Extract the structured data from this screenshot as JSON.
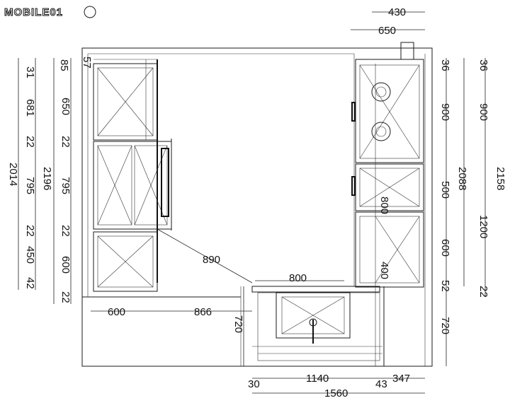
{
  "logo": {
    "text": "MOBILE01"
  },
  "dimensions": {
    "top": [
      "430",
      "650"
    ],
    "left_outer": [
      "31",
      "681",
      "22",
      "2014",
      "795",
      "22",
      "450",
      "42"
    ],
    "left_inner": [
      "85",
      "650",
      "22",
      "2196",
      "795",
      "22",
      "600",
      "22"
    ],
    "right_inner": [
      "36",
      "900",
      "2088",
      "500",
      "600",
      "52",
      "720"
    ],
    "right_outer": [
      "36",
      "900",
      "2158",
      "1200",
      "22"
    ],
    "inner": [
      "57",
      "890",
      "800",
      "800",
      "400"
    ],
    "bottom_left": [
      "600",
      "866",
      "720"
    ],
    "bottom": [
      "30",
      "1140",
      "43",
      "347",
      "1560"
    ]
  }
}
